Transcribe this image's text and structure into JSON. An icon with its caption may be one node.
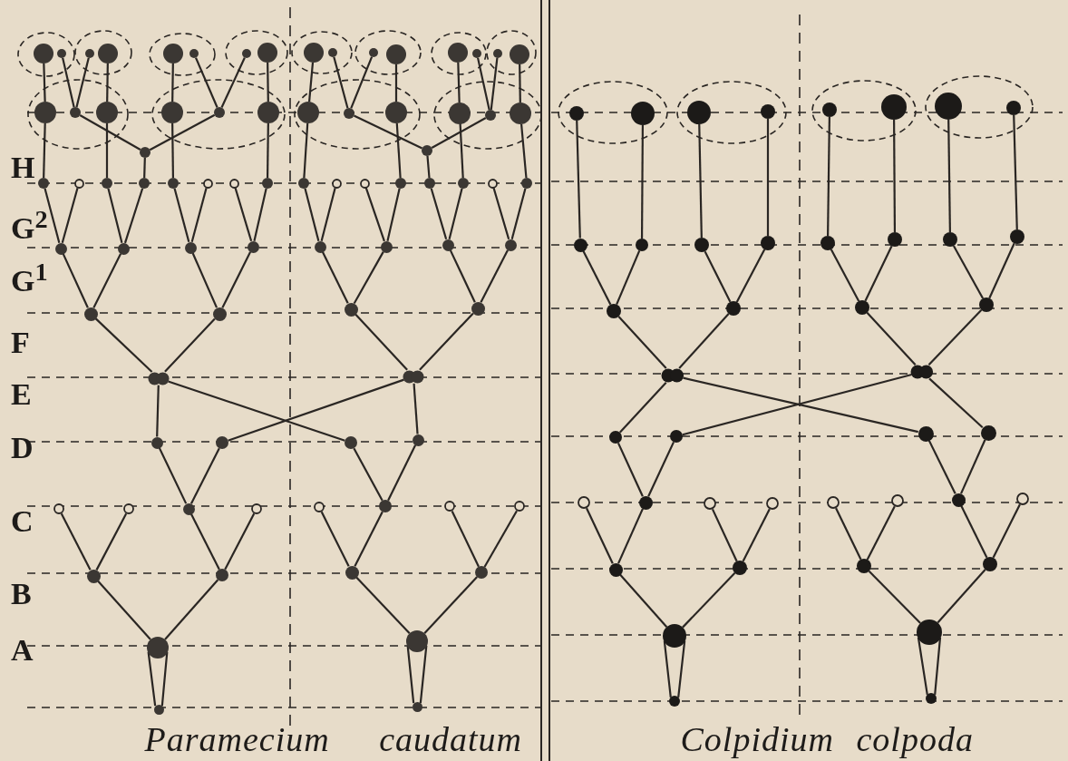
{
  "diagram": {
    "nodes": [
      {
        "text": [],
        "shape": "circle"
      },
      {
        "text": [],
        "shape": "circle"
      },
      {
        "text": [],
        "shape": "circle"
      },
      {
        "text": [],
        "shape": "circle"
      },
      {
        "text": [],
        "shape": "circle"
      },
      {
        "text": [],
        "shape": "circle"
      },
      {
        "text": [],
        "shape": "circle"
      },
      {
        "text": [],
        "shape": "circle"
      },
      {
        "text": [],
        "shape": "circle"
      },
      {
        "text": [],
        "shape": "circle"
      },
      {
        "text": [],
        "shape": "circle"
      },
      {
        "text": [],
        "shape": "circle"
      },
      {
        "text": [],
        "shape": "circle"
      },
      {
        "text": [],
        "shape": "circle"
      },
      {
        "text": [],
        "shape": "circle"
      },
      {
        "text": [],
        "shape": "circle"
      },
      {
        "text": [],
        "shape": "circle"
      },
      {
        "text": [],
        "shape": "circle"
      },
      {
        "text": [],
        "shape": "circle"
      },
      {
        "text": [],
        "shape": "circle"
      },
      {
        "text": [],
        "shape": "circle"
      },
      {
        "text": [],
        "shape": "circle"
      },
      {
        "text": [],
        "shape": "circle"
      },
      {
        "text": [],
        "shape": "circle"
      },
      {
        "text": [],
        "shape": "circle"
      },
      {
        "text": [],
        "shape": "circle"
      },
      {
        "text": [],
        "shape": "circle"
      },
      {
        "text": [],
        "shape": "circle"
      },
      {
        "text": [],
        "shape": "circle"
      },
      {
        "text": [],
        "shape": "circle"
      },
      {
        "text": [],
        "shape": "circle"
      },
      {
        "text": [],
        "shape": "circle"
      },
      {
        "text": [],
        "shape": "circle"
      },
      {
        "text": [],
        "shape": "circle"
      },
      {
        "text": [],
        "shape": "circle"
      },
      {
        "text": [],
        "shape": "circle"
      },
      {
        "text": [],
        "shape": "circle"
      },
      {
        "text": [],
        "shape": "circle"
      },
      {
        "text": [],
        "shape": "circle"
      },
      {
        "text": [],
        "shape": "circle"
      },
      {
        "text": [],
        "shape": "circle"
      },
      {
        "text": [],
        "shape": "circle"
      },
      {
        "text": [],
        "shape": "circle"
      },
      {
        "text": [],
        "shape": "circle"
      },
      {
        "text": [],
        "shape": "circle"
      },
      {
        "text": [],
        "shape": "circle"
      },
      {
        "text": [],
        "shape": "circle"
      },
      {
        "text": [],
        "shape": "circle"
      },
      {
        "text": [],
        "shape": "circle"
      },
      {
        "text": [],
        "shape": "circle"
      },
      {
        "text": [],
        "shape": "circle"
      },
      {
        "text": [],
        "shape": "circle"
      },
      {
        "text": [],
        "shape": "circle"
      },
      {
        "text": [],
        "shape": "circle"
      },
      {
        "text": [],
        "shape": "circle"
      },
      {
        "text": [],
        "shape": "circle"
      },
      {
        "text": [],
        "shape": "circle"
      },
      {
        "text": [],
        "shape": "circle"
      },
      {
        "text": [],
        "shape": "circle"
      },
      {
        "text": [],
        "shape": "circle"
      },
      {
        "text": [],
        "shape": "circle"
      },
      {
        "text": [],
        "shape": "circle"
      },
      {
        "text": [],
        "shape": "circle"
      },
      {
        "text": [],
        "shape": "circle"
      },
      {
        "text": [],
        "shape": "circle"
      },
      {
        "text": [],
        "shape": "circle"
      },
      {
        "text": [],
        "shape": "circle"
      },
      {
        "text": [],
        "shape": "circle"
      },
      {
        "text": [],
        "shape": "circle"
      },
      {
        "text": [],
        "shape": "circle"
      },
      {
        "text": [],
        "shape": "circle"
      },
      {
        "text": [],
        "shape": "circle"
      },
      {
        "text": [],
        "shape": "circle"
      },
      {
        "text": [],
        "shape": "circle"
      },
      {
        "text": [],
        "shape": "circle"
      },
      {
        "text": [],
        "shape": "circle"
      },
      {
        "text": [],
        "shape": "circle"
      },
      {
        "text": [],
        "shape": "circle"
      },
      {
        "text": [],
        "shape": "circle"
      },
      {
        "text": [],
        "shape": "circle"
      },
      {
        "text": [],
        "shape": "circle"
      },
      {
        "text": [],
        "shape": "circle"
      },
      {
        "text": [],
        "shape": "circle"
      },
      {
        "text": [],
        "shape": "circle"
      },
      {
        "text": [],
        "shape": "circle"
      },
      {
        "text": [],
        "shape": "circle"
      },
      {
        "text": [],
        "shape": "circle"
      },
      {
        "text": [],
        "shape": "circle"
      },
      {
        "text": [],
        "shape": "circle"
      },
      {
        "text": [],
        "shape": "circle"
      },
      {
        "text": [],
        "shape": "circle"
      },
      {
        "text": [],
        "shape": "circle"
      },
      {
        "text": [],
        "shape": "circle"
      },
      {
        "text": [],
        "shape": "circle"
      },
      {
        "text": [],
        "shape": "circle"
      },
      {
        "text": [],
        "shape": "circle"
      },
      {
        "text": [],
        "shape": "circle"
      },
      {
        "text": [],
        "shape": "circle"
      },
      {
        "text": [],
        "shape": "circle"
      },
      {
        "text": [],
        "shape": "circle"
      },
      {
        "text": [],
        "shape": "circle"
      },
      {
        "text": [],
        "shape": "circle"
      },
      {
        "text": [],
        "shape": "circle"
      },
      {
        "text": [],
        "shape": "circle"
      },
      {
        "text": [],
        "shape": "circle"
      },
      {
        "text": [],
        "shape": "circle"
      },
      {
        "text": [],
        "shape": "circle"
      },
      {
        "text": [],
        "shape": "circle"
      },
      {
        "text": [],
        "shape": "circle"
      },
      {
        "text": [],
        "shape": "circle"
      },
      {
        "text": [],
        "shape": "circle"
      },
      {
        "text": [],
        "shape": "circle"
      },
      {
        "text": [],
        "shape": "circle"
      },
      {
        "text": [],
        "shape": "circle"
      },
      {
        "text": [],
        "shape": "circle"
      },
      {
        "text": [],
        "shape": "circle"
      },
      {
        "text": [],
        "shape": "circle"
      },
      {
        "text": [],
        "shape": "circle"
      },
      {
        "text": [],
        "shape": "circle"
      },
      {
        "text": [],
        "shape": "circle"
      },
      {
        "text": [],
        "shape": "circle"
      },
      {
        "text": [],
        "shape": "circle"
      }
    ],
    "edges": [
      {
        "from": 78,
        "to": 76,
        "arrow": "none"
      },
      {
        "from": 79,
        "to": 77,
        "arrow": "none"
      },
      {
        "from": 76,
        "to": 72,
        "arrow": "none"
      },
      {
        "from": 76,
        "to": 73,
        "arrow": "none"
      },
      {
        "from": 77,
        "to": 74,
        "arrow": "none"
      },
      {
        "from": 77,
        "to": 75,
        "arrow": "none"
      },
      {
        "from": 72,
        "to": 64,
        "arrow": "none"
      },
      {
        "from": 72,
        "to": 65,
        "arrow": "none"
      },
      {
        "from": 73,
        "to": 66,
        "arrow": "none"
      },
      {
        "from": 73,
        "to": 67,
        "arrow": "none"
      },
      {
        "from": 74,
        "to": 68,
        "arrow": "none"
      },
      {
        "from": 74,
        "to": 69,
        "arrow": "none"
      },
      {
        "from": 75,
        "to": 70,
        "arrow": "none"
      },
      {
        "from": 75,
        "to": 71,
        "arrow": "none"
      },
      {
        "from": 66,
        "to": 60,
        "arrow": "none"
      },
      {
        "from": 66,
        "to": 61,
        "arrow": "none"
      },
      {
        "from": 69,
        "to": 62,
        "arrow": "none"
      },
      {
        "from": 69,
        "to": 63,
        "arrow": "none"
      },
      {
        "from": 60,
        "to": 58,
        "arrow": "none"
      },
      {
        "from": 61,
        "to": 59,
        "arrow": "none"
      },
      {
        "from": 62,
        "to": 58,
        "arrow": "none"
      },
      {
        "from": 63,
        "to": 59,
        "arrow": "none"
      },
      {
        "from": 58,
        "to": 54,
        "arrow": "none"
      },
      {
        "from": 58,
        "to": 55,
        "arrow": "none"
      },
      {
        "from": 59,
        "to": 56,
        "arrow": "none"
      },
      {
        "from": 59,
        "to": 57,
        "arrow": "none"
      },
      {
        "from": 54,
        "to": 46,
        "arrow": "none"
      },
      {
        "from": 54,
        "to": 47,
        "arrow": "none"
      },
      {
        "from": 55,
        "to": 48,
        "arrow": "none"
      },
      {
        "from": 55,
        "to": 49,
        "arrow": "none"
      },
      {
        "from": 56,
        "to": 50,
        "arrow": "none"
      },
      {
        "from": 56,
        "to": 51,
        "arrow": "none"
      },
      {
        "from": 57,
        "to": 52,
        "arrow": "none"
      },
      {
        "from": 57,
        "to": 53,
        "arrow": "none"
      },
      {
        "from": 46,
        "to": 30,
        "arrow": "none"
      },
      {
        "from": 46,
        "to": 31,
        "arrow": "none"
      },
      {
        "from": 47,
        "to": 32,
        "arrow": "none"
      },
      {
        "from": 47,
        "to": 33,
        "arrow": "none"
      },
      {
        "from": 48,
        "to": 34,
        "arrow": "none"
      },
      {
        "from": 48,
        "to": 35,
        "arrow": "none"
      },
      {
        "from": 49,
        "to": 36,
        "arrow": "none"
      },
      {
        "from": 49,
        "to": 37,
        "arrow": "none"
      },
      {
        "from": 50,
        "to": 38,
        "arrow": "none"
      },
      {
        "from": 50,
        "to": 39,
        "arrow": "none"
      },
      {
        "from": 51,
        "to": 40,
        "arrow": "none"
      },
      {
        "from": 51,
        "to": 41,
        "arrow": "none"
      },
      {
        "from": 52,
        "to": 42,
        "arrow": "none"
      },
      {
        "from": 52,
        "to": 43,
        "arrow": "none"
      },
      {
        "from": 53,
        "to": 44,
        "arrow": "none"
      },
      {
        "from": 53,
        "to": 45,
        "arrow": "none"
      },
      {
        "from": 30,
        "to": 16,
        "arrow": "none"
      },
      {
        "from": 32,
        "to": 18,
        "arrow": "none"
      },
      {
        "from": 33,
        "to": 28,
        "arrow": "none"
      },
      {
        "from": 34,
        "to": 19,
        "arrow": "none"
      },
      {
        "from": 37,
        "to": 21,
        "arrow": "none"
      },
      {
        "from": 38,
        "to": 22,
        "arrow": "none"
      },
      {
        "from": 41,
        "to": 24,
        "arrow": "none"
      },
      {
        "from": 42,
        "to": 29,
        "arrow": "none"
      },
      {
        "from": 43,
        "to": 25,
        "arrow": "none"
      },
      {
        "from": 45,
        "to": 27,
        "arrow": "none"
      },
      {
        "from": 28,
        "to": 17,
        "arrow": "none"
      },
      {
        "from": 28,
        "to": 20,
        "arrow": "none"
      },
      {
        "from": 29,
        "to": 23,
        "arrow": "none"
      },
      {
        "from": 29,
        "to": 26,
        "arrow": "none"
      },
      {
        "from": 16,
        "to": 0,
        "arrow": "none"
      },
      {
        "from": 17,
        "to": 1,
        "arrow": "none"
      },
      {
        "from": 17,
        "to": 2,
        "arrow": "none"
      },
      {
        "from": 18,
        "to": 3,
        "arrow": "none"
      },
      {
        "from": 19,
        "to": 4,
        "arrow": "none"
      },
      {
        "from": 20,
        "to": 5,
        "arrow": "none"
      },
      {
        "from": 20,
        "to": 6,
        "arrow": "none"
      },
      {
        "from": 21,
        "to": 7,
        "arrow": "none"
      },
      {
        "from": 22,
        "to": 8,
        "arrow": "none"
      },
      {
        "from": 23,
        "to": 9,
        "arrow": "none"
      },
      {
        "from": 23,
        "to": 10,
        "arrow": "none"
      },
      {
        "from": 24,
        "to": 11,
        "arrow": "none"
      },
      {
        "from": 25,
        "to": 12,
        "arrow": "none"
      },
      {
        "from": 26,
        "to": 13,
        "arrow": "none"
      },
      {
        "from": 26,
        "to": 14,
        "arrow": "none"
      },
      {
        "from": 27,
        "to": 15,
        "arrow": "none"
      },
      {
        "from": 120,
        "to": 118,
        "arrow": "none"
      },
      {
        "from": 121,
        "to": 119,
        "arrow": "none"
      },
      {
        "from": 118,
        "to": 114,
        "arrow": "none"
      },
      {
        "from": 118,
        "to": 115,
        "arrow": "none"
      },
      {
        "from": 119,
        "to": 116,
        "arrow": "none"
      },
      {
        "from": 119,
        "to": 117,
        "arrow": "none"
      },
      {
        "from": 114,
        "to": 106,
        "arrow": "none"
      },
      {
        "from": 114,
        "to": 107,
        "arrow": "none"
      },
      {
        "from": 115,
        "to": 108,
        "arrow": "none"
      },
      {
        "from": 115,
        "to": 109,
        "arrow": "none"
      },
      {
        "from": 116,
        "to": 110,
        "arrow": "none"
      },
      {
        "from": 116,
        "to": 111,
        "arrow": "none"
      },
      {
        "from": 117,
        "to": 112,
        "arrow": "none"
      },
      {
        "from": 117,
        "to": 113,
        "arrow": "none"
      },
      {
        "from": 107,
        "to": 102,
        "arrow": "none"
      },
      {
        "from": 107,
        "to": 103,
        "arrow": "none"
      },
      {
        "from": 112,
        "to": 104,
        "arrow": "none"
      },
      {
        "from": 112,
        "to": 105,
        "arrow": "none"
      },
      {
        "from": 102,
        "to": 100,
        "arrow": "none"
      },
      {
        "from": 103,
        "to": 101,
        "arrow": "none"
      },
      {
        "from": 104,
        "to": 100,
        "arrow": "none"
      },
      {
        "from": 105,
        "to": 101,
        "arrow": "none"
      },
      {
        "from": 100,
        "to": 96,
        "arrow": "none"
      },
      {
        "from": 100,
        "to": 97,
        "arrow": "none"
      },
      {
        "from": 101,
        "to": 98,
        "arrow": "none"
      },
      {
        "from": 101,
        "to": 99,
        "arrow": "none"
      },
      {
        "from": 96,
        "to": 88,
        "arrow": "none"
      },
      {
        "from": 96,
        "to": 89,
        "arrow": "none"
      },
      {
        "from": 97,
        "to": 90,
        "arrow": "none"
      },
      {
        "from": 97,
        "to": 91,
        "arrow": "none"
      },
      {
        "from": 98,
        "to": 92,
        "arrow": "none"
      },
      {
        "from": 98,
        "to": 93,
        "arrow": "none"
      },
      {
        "from": 99,
        "to": 94,
        "arrow": "none"
      },
      {
        "from": 99,
        "to": 95,
        "arrow": "none"
      },
      {
        "from": 88,
        "to": 80,
        "arrow": "none"
      },
      {
        "from": 89,
        "to": 81,
        "arrow": "none"
      },
      {
        "from": 90,
        "to": 82,
        "arrow": "none"
      },
      {
        "from": 91,
        "to": 83,
        "arrow": "none"
      },
      {
        "from": 92,
        "to": 84,
        "arrow": "none"
      },
      {
        "from": 93,
        "to": 85,
        "arrow": "none"
      },
      {
        "from": 94,
        "to": 86,
        "arrow": "none"
      },
      {
        "from": 95,
        "to": 87,
        "arrow": "none"
      }
    ],
    "labels": [
      "H",
      "G$^{2}$",
      "G$^{1}$",
      "F",
      "E",
      "D",
      "C",
      "B",
      "A",
      "Paramecium caudatum",
      "Colpidium colpoda"
    ]
  }
}
